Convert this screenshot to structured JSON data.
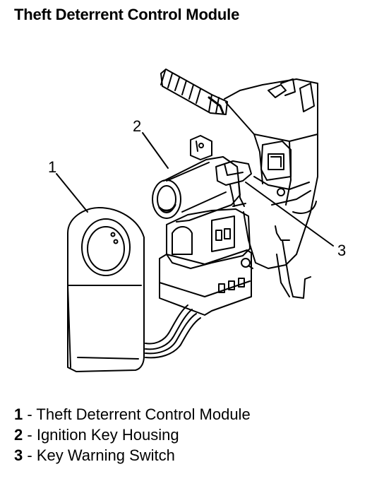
{
  "title": "Theft Deterrent Control Module",
  "callouts": {
    "c1": "1",
    "c2": "2",
    "c3": "3"
  },
  "legend": [
    {
      "number": "1",
      "separator": "-",
      "label": "Theft Deterrent Control Module"
    },
    {
      "number": "2",
      "separator": "-",
      "label": "Ignition Key Housing"
    },
    {
      "number": "3",
      "separator": "-",
      "label": "Key Warning Switch"
    }
  ]
}
